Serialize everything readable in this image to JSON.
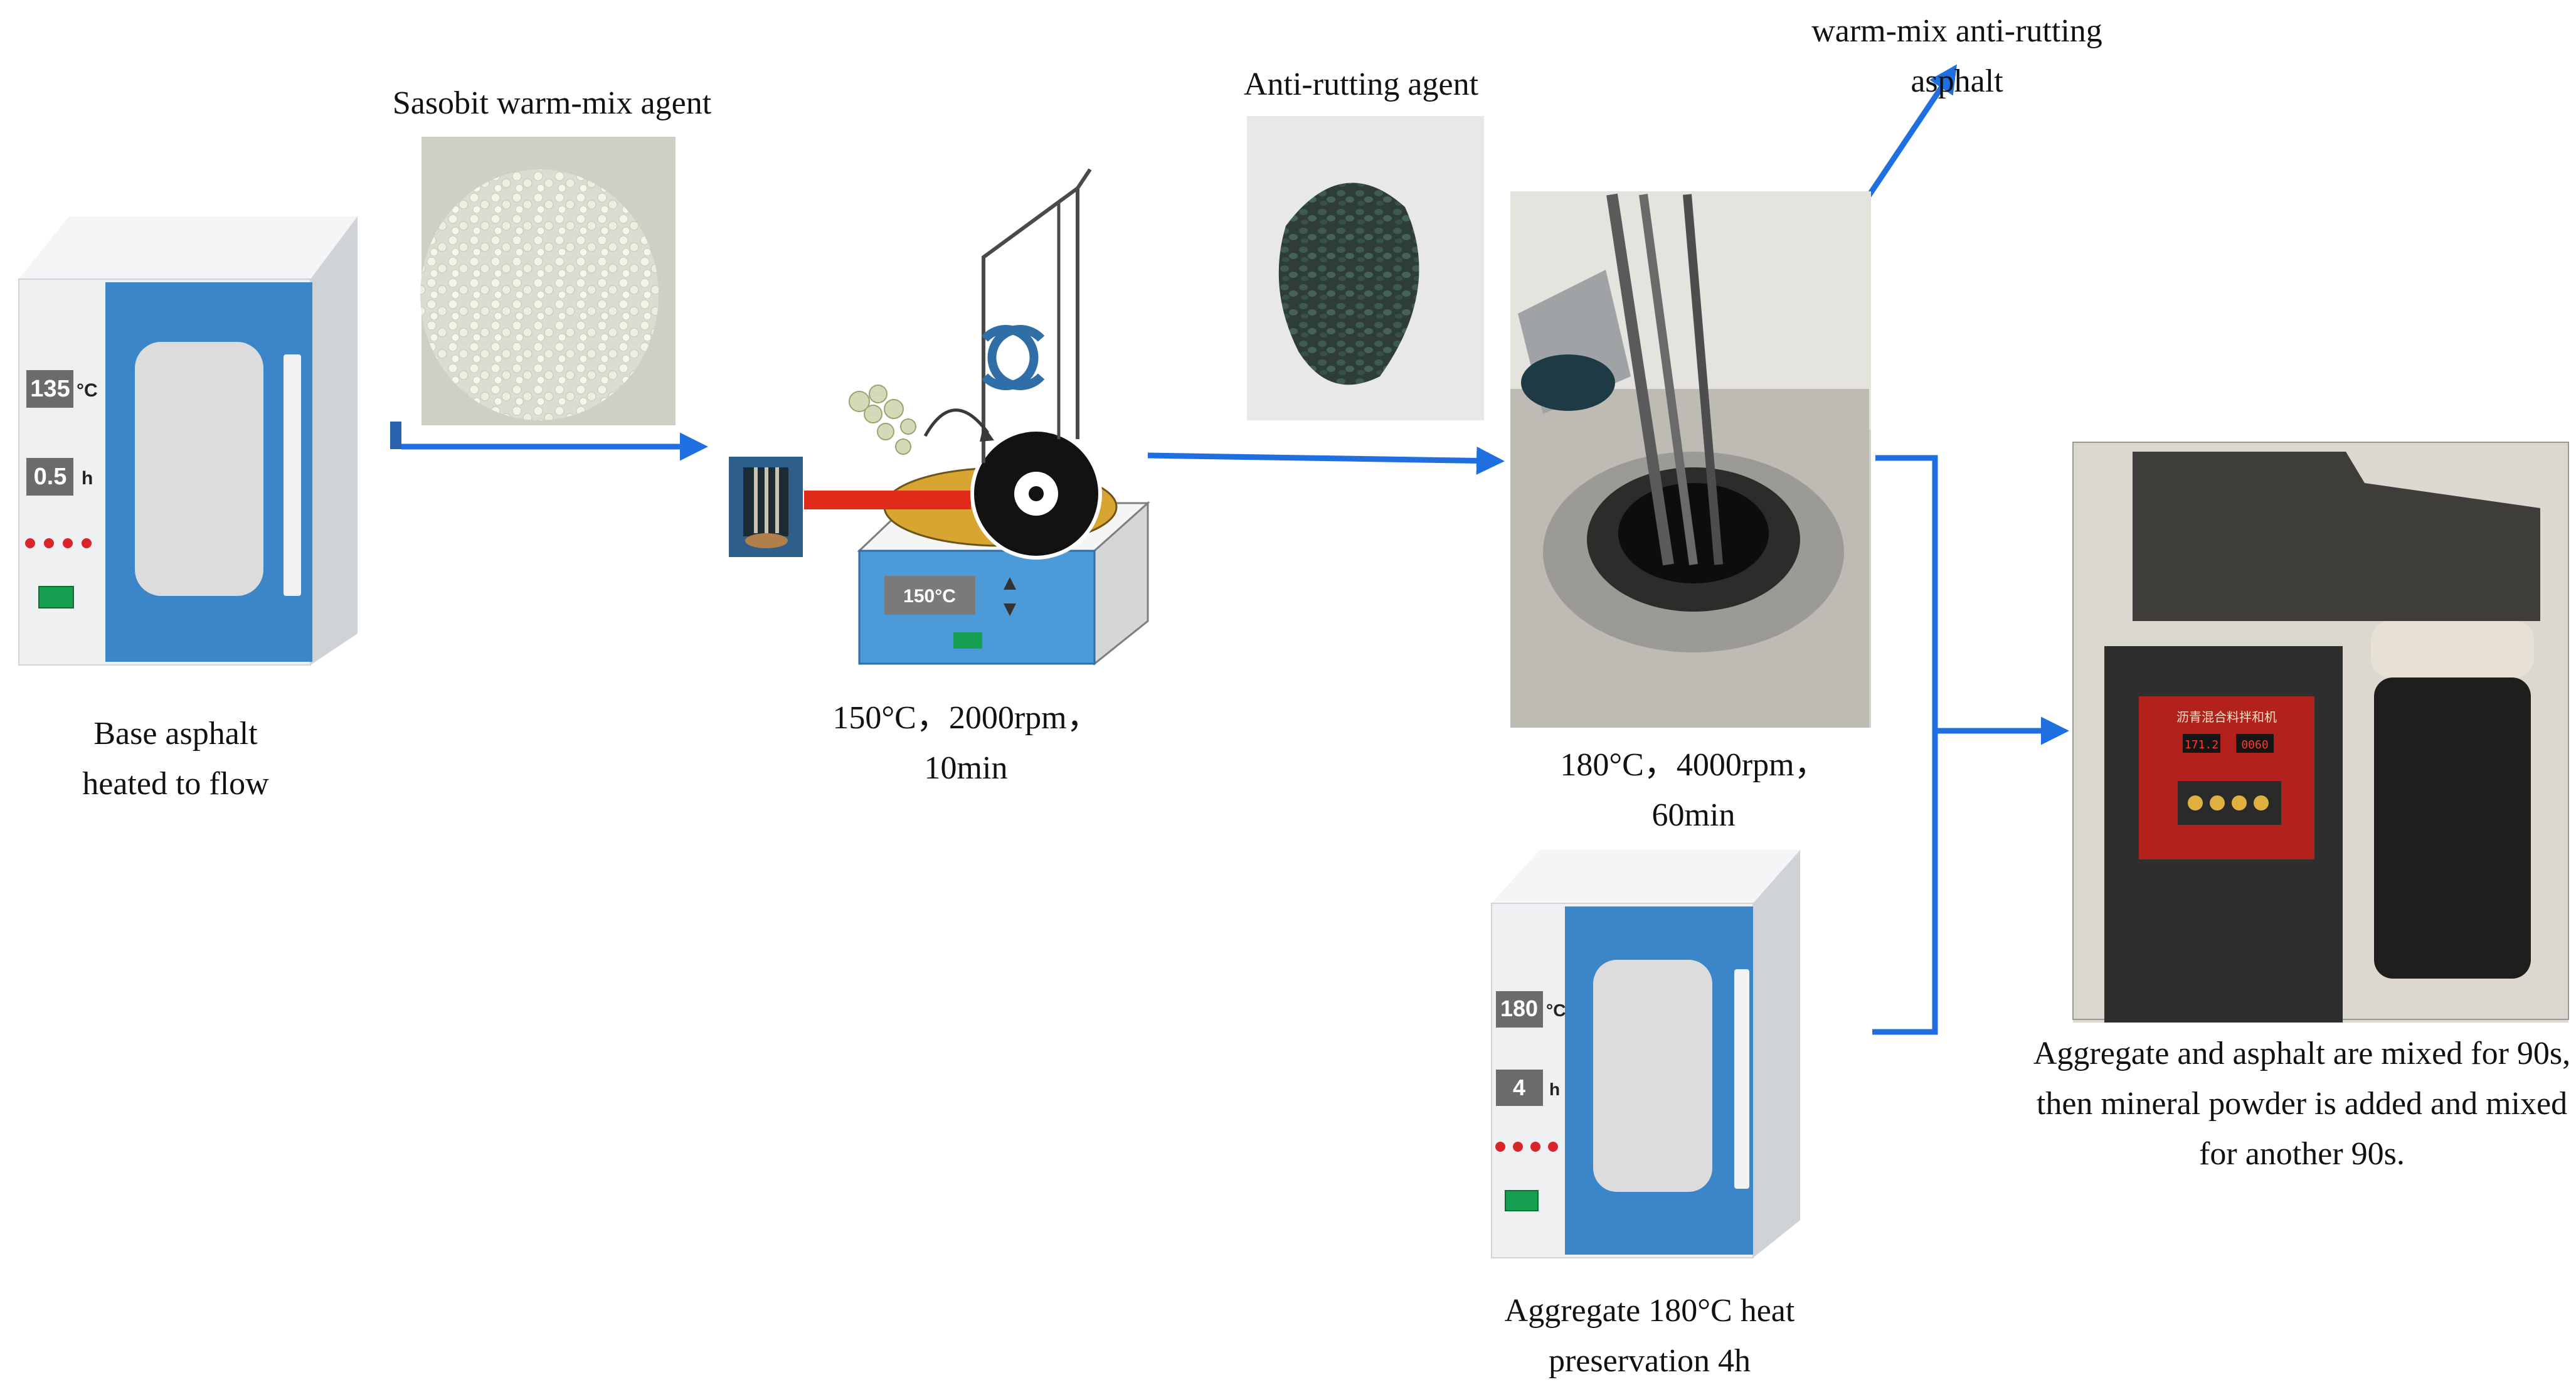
{
  "labels": {
    "sasobit_agent": "Sasobit warm-mix agent",
    "anti_rutting_agent": "Anti-rutting agent",
    "warm_mix_line1": "warm-mix anti-rutting",
    "warm_mix_line2": "asphalt",
    "base_line1": "Base asphalt",
    "base_line2": "heated to flow",
    "stir150_line1": "150°C，2000rpm，",
    "stir150_line2": "10min",
    "stir180_line1": "180°C，4000rpm，",
    "stir180_line2": "60min",
    "aggregate_line1": "Aggregate 180°C heat",
    "aggregate_line2": "preservation 4h",
    "mix_line1": "Aggregate and asphalt are mixed for 90s,",
    "mix_line2": "then mineral powder is added and mixed",
    "mix_line3": "for another 90s."
  },
  "oven1": {
    "temp": "135",
    "temp_unit": "°C",
    "time": "0.5",
    "time_unit": "h"
  },
  "oven2": {
    "temp": "180",
    "temp_unit": "°C",
    "time": "4",
    "time_unit": "h"
  },
  "heater": {
    "display": "150°C"
  },
  "mixer_panel": {
    "title": "沥青混合料拌和机",
    "display_a": "171.2",
    "display_b": "0060"
  },
  "colors": {
    "arrow": "#1f6fe0",
    "oven_blue": "#3a86c8",
    "heat_red": "#e02a1a"
  }
}
